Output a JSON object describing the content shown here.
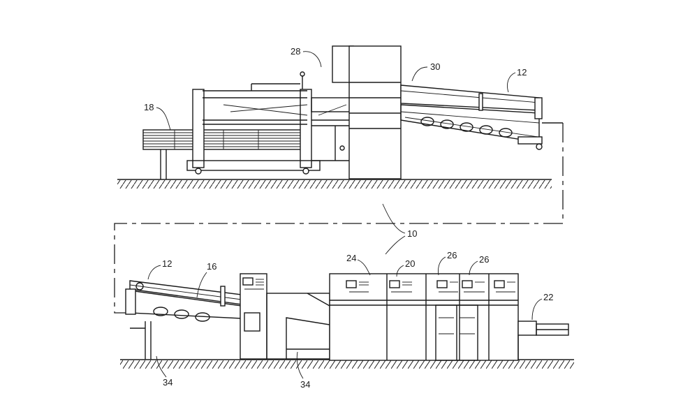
{
  "figure": {
    "labels": {
      "l28": "28",
      "l30": "30",
      "l12_top": "12",
      "l18": "18",
      "l10": "10",
      "l24": "24",
      "l20": "20",
      "l26_a": "26",
      "l26_b": "26",
      "l12_bottom": "12",
      "l16": "16",
      "l22": "22",
      "l34_left": "34",
      "l34_right": "34"
    }
  }
}
